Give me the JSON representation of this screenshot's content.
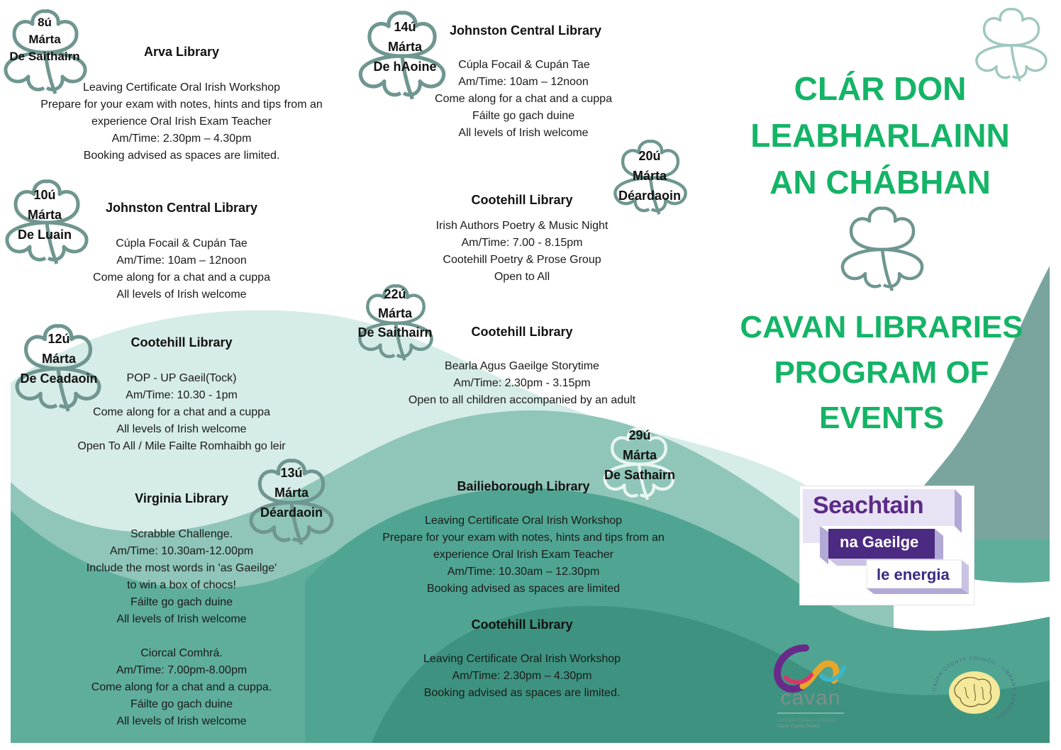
{
  "colors": {
    "heading_green": "#14b466",
    "clover_stroke": "#6f9690",
    "wave_light": "#d6ece8",
    "wave_mid": "#8fc6b9",
    "wave_dark": "#4fa592",
    "wave_darkest": "#3d937f",
    "right_band": "#7aa59e"
  },
  "heading": {
    "irish": [
      "CLÁR DON",
      "LEABHARLAINN",
      "AN CHÁBHAN"
    ],
    "english": [
      "CAVAN LIBRARIES",
      "PROGRAM OF",
      "EVENTS"
    ]
  },
  "dates": [
    {
      "day": "8ú",
      "month": "Márta",
      "weekday": "De Saithairn"
    },
    {
      "day": "10ú",
      "month": "Márta",
      "weekday": "De Luain"
    },
    {
      "day": "12ú",
      "month": "Márta",
      "weekday": "De Ceadaoin"
    },
    {
      "day": "13ú",
      "month": "Márta",
      "weekday": "Déardaoin"
    },
    {
      "day": "14ú",
      "month": "Márta",
      "weekday": "De hAoine"
    },
    {
      "day": "20ú",
      "month": "Márta",
      "weekday": "Déardaoin"
    },
    {
      "day": "22ú",
      "month": "Márta",
      "weekday": "De Saithairn"
    },
    {
      "day": "29ú",
      "month": "Márta",
      "weekday": "De Sathairn"
    }
  ],
  "events": [
    {
      "title": "Arva Library",
      "lines": [
        "Leaving Certificate Oral Irish Workshop",
        "Prepare for your exam with notes, hints and tips from an",
        "experience Oral Irish Exam Teacher",
        "Am/Time: 2.30pm – 4.30pm",
        "Booking advised as spaces are limited."
      ]
    },
    {
      "title": "Johnston Central Library",
      "lines": [
        "Cúpla Focail & Cupán Tae",
        "Am/Time: 10am – 12noon",
        "Come along for a chat and a cuppa",
        "All levels of Irish welcome"
      ]
    },
    {
      "title": "Cootehill Library",
      "lines": [
        "POP - UP Gaeil(Tock)",
        "Am/Time: 10.30 - 1pm",
        "Come along for a chat and a cuppa",
        "All levels of Irish welcome",
        "Open To All / Mile Failte Romhaibh go leir"
      ]
    },
    {
      "title": "Virginia Library",
      "lines": [
        "Scrabble Challenge.",
        "Am/Time: 10.30am-12.00pm",
        "Include the most words in 'as Gaeilge'",
        "to win a box of chocs!",
        "Fáilte go gach duine",
        "All levels of Irish welcome"
      ],
      "lines2": [
        "Ciorcal Comhrá.",
        "Am/Time: 7.00pm-8.00pm",
        "Come along for a chat and a cuppa.",
        "Fáilte go gach duine",
        "All levels of Irish welcome"
      ]
    },
    {
      "title": "Johnston Central Library",
      "lines": [
        "Cúpla Focail & Cupán Tae",
        "Am/Time: 10am – 12noon",
        "Come along for a chat and a cuppa",
        "Fáilte go gach duine",
        "All levels of Irish welcome"
      ]
    },
    {
      "title": "Cootehill Library",
      "lines": [
        "Irish Authors Poetry & Music Night",
        "Am/Time: 7.00 - 8.15pm",
        "Cootehill Poetry & Prose Group",
        "Open to All"
      ]
    },
    {
      "title": "Cootehill Library",
      "lines": [
        "Bearla Agus Gaeilge Storytime",
        "Am/Time: 2.30pm - 3.15pm",
        "Open to all children accompanied by an adult"
      ]
    },
    {
      "title": "Bailieborough Library",
      "lines": [
        "Leaving Certificate Oral Irish Workshop",
        "Prepare for your exam with notes, hints and tips from an",
        "experience Oral Irish Exam Teacher",
        "Am/Time: 10.30am – 12.30pm",
        "Booking advised as spaces are limited"
      ]
    },
    {
      "title": "Cootehill Library",
      "lines": [
        "Leaving Certificate Oral Irish Workshop",
        "Am/Time: 2.30pm – 4.30pm",
        "Booking advised as spaces are limited."
      ]
    }
  ],
  "logos": {
    "seachtain": {
      "line1": "Seachtain",
      "line2": "na Gaeilge",
      "line3": "le energia",
      "text_color": "#5b2a86",
      "accent": "#b3a9d6"
    },
    "cavan": {
      "word": "cavan",
      "subtitle1": "Comhairle Contae an Chabháin",
      "subtitle2": "Cavan County Council"
    },
    "library_services": {
      "ring_text": "CAVAN COUNTY COUNCIL · LIBRARY SERVICES",
      "fill": "#f4e89a"
    }
  }
}
